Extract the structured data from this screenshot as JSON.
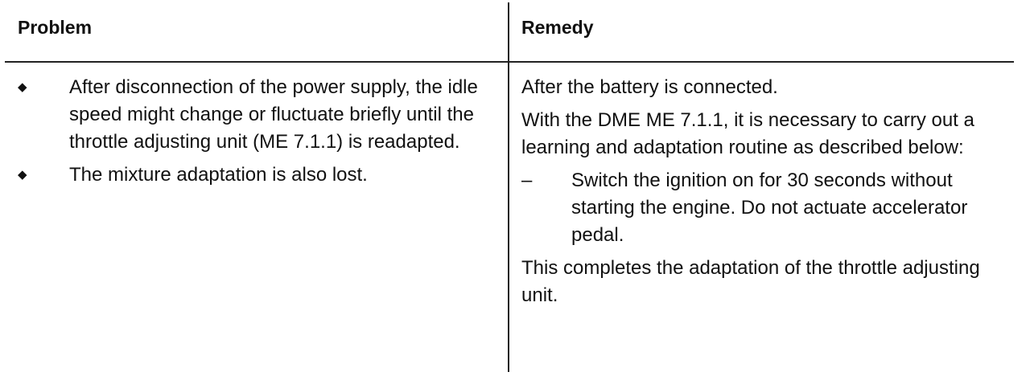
{
  "table": {
    "header": {
      "problem": "Problem",
      "remedy": "Remedy"
    },
    "problem_items": [
      "After disconnection of the power supply, the idle speed might change or fluctuate briefly until the throttle adjusting unit (ME 7.1.1) is readapted.",
      "The mixture adaptation is also lost."
    ],
    "bullet_glyph": "◆",
    "remedy": {
      "para1": "After the battery is connected.",
      "para2": "With the DME ME 7.1.1, it is necessary to carry out a learning and adaptation routine as described below:",
      "dash_glyph": "–",
      "step": "Switch the ignition on for 30 seconds without starting the engine. Do not actuate accelerator pedal.",
      "para3": "This completes the adaptation of the throttle adjusting unit."
    }
  }
}
